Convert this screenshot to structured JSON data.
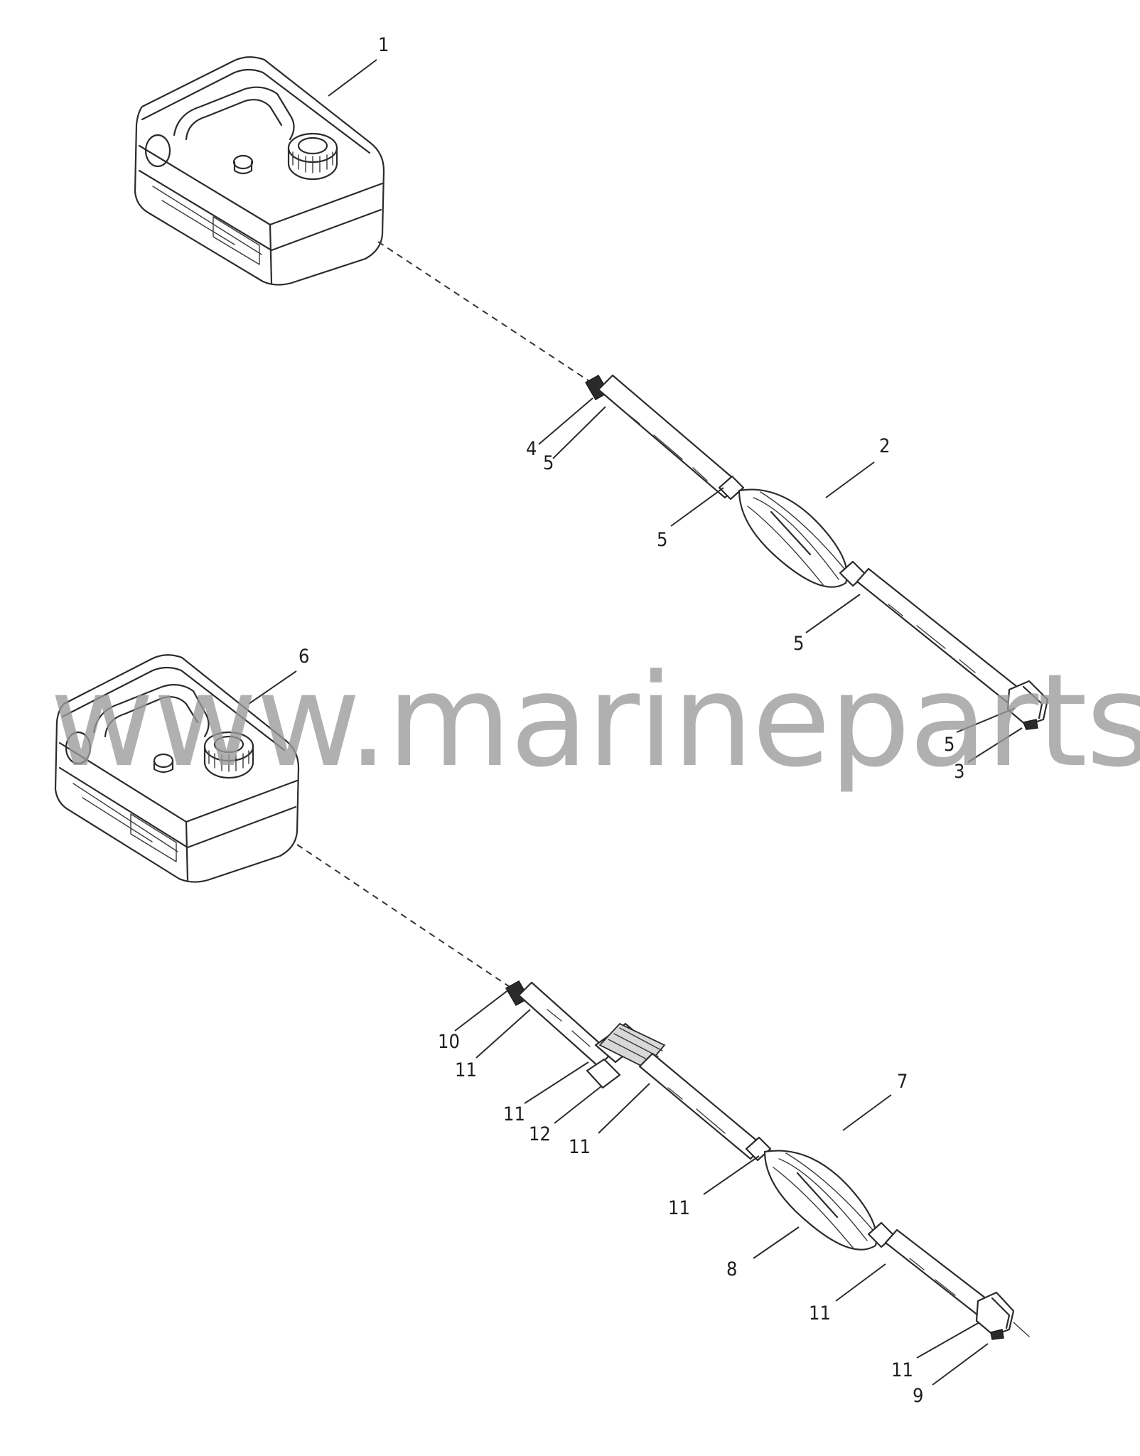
{
  "callouts": {
    "c1": "1",
    "c2": "2",
    "c3": "3",
    "c4": "4",
    "c5a": "5",
    "c5b": "5",
    "c5c": "5",
    "c5d": "5",
    "c6": "6",
    "c7": "7",
    "c8": "8",
    "c9": "9",
    "c10": "10",
    "c11a": "11",
    "c11b": "11",
    "c11c": "11",
    "c11d": "11",
    "c11e": "11",
    "c11f": "11",
    "c12": "12"
  },
  "watermark": "www.marineparts.eu",
  "colors": {
    "ink": "#2b2b2b",
    "watermark": "#9a9a9a",
    "background": "#ffffff"
  }
}
